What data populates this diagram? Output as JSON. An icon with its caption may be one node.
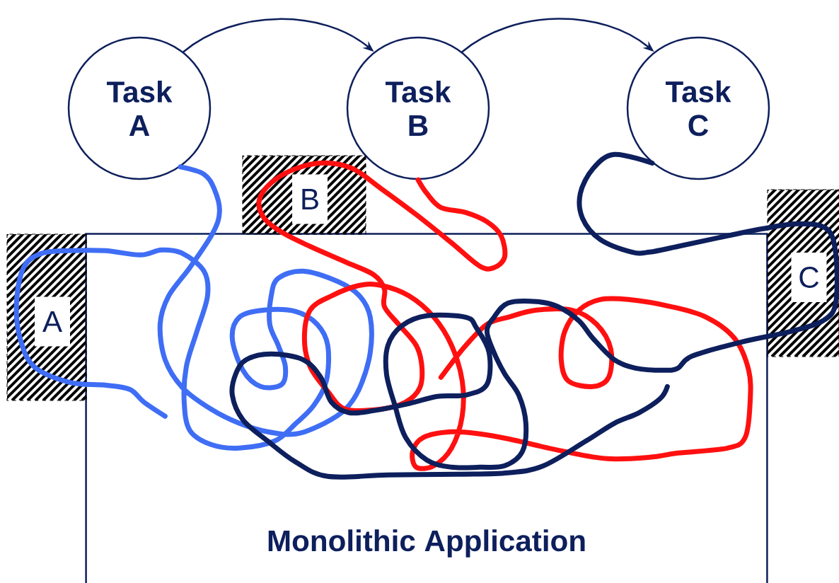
{
  "diagram": {
    "nodes": [
      {
        "text": [
          "Task A"
        ]
      },
      {
        "text": [
          "Task B"
        ]
      },
      {
        "text": [
          "Task C"
        ]
      },
      {
        "text": [
          "Monolithic Application"
        ]
      }
    ],
    "labels": [
      "B",
      "C",
      "A"
    ],
    "edges": [
      {
        "from": 0,
        "to": 1,
        "arrow": "to"
      },
      {
        "from": 1,
        "to": 2,
        "arrow": "to"
      },
      {
        "from": 0,
        "to": 3,
        "arrow": "none",
        "color": "#3f6ef5"
      },
      {
        "from": 1,
        "to": 3,
        "arrow": "none",
        "color": "#ff1010"
      },
      {
        "from": 2,
        "to": 3,
        "arrow": "none"
      }
    ]
  }
}
